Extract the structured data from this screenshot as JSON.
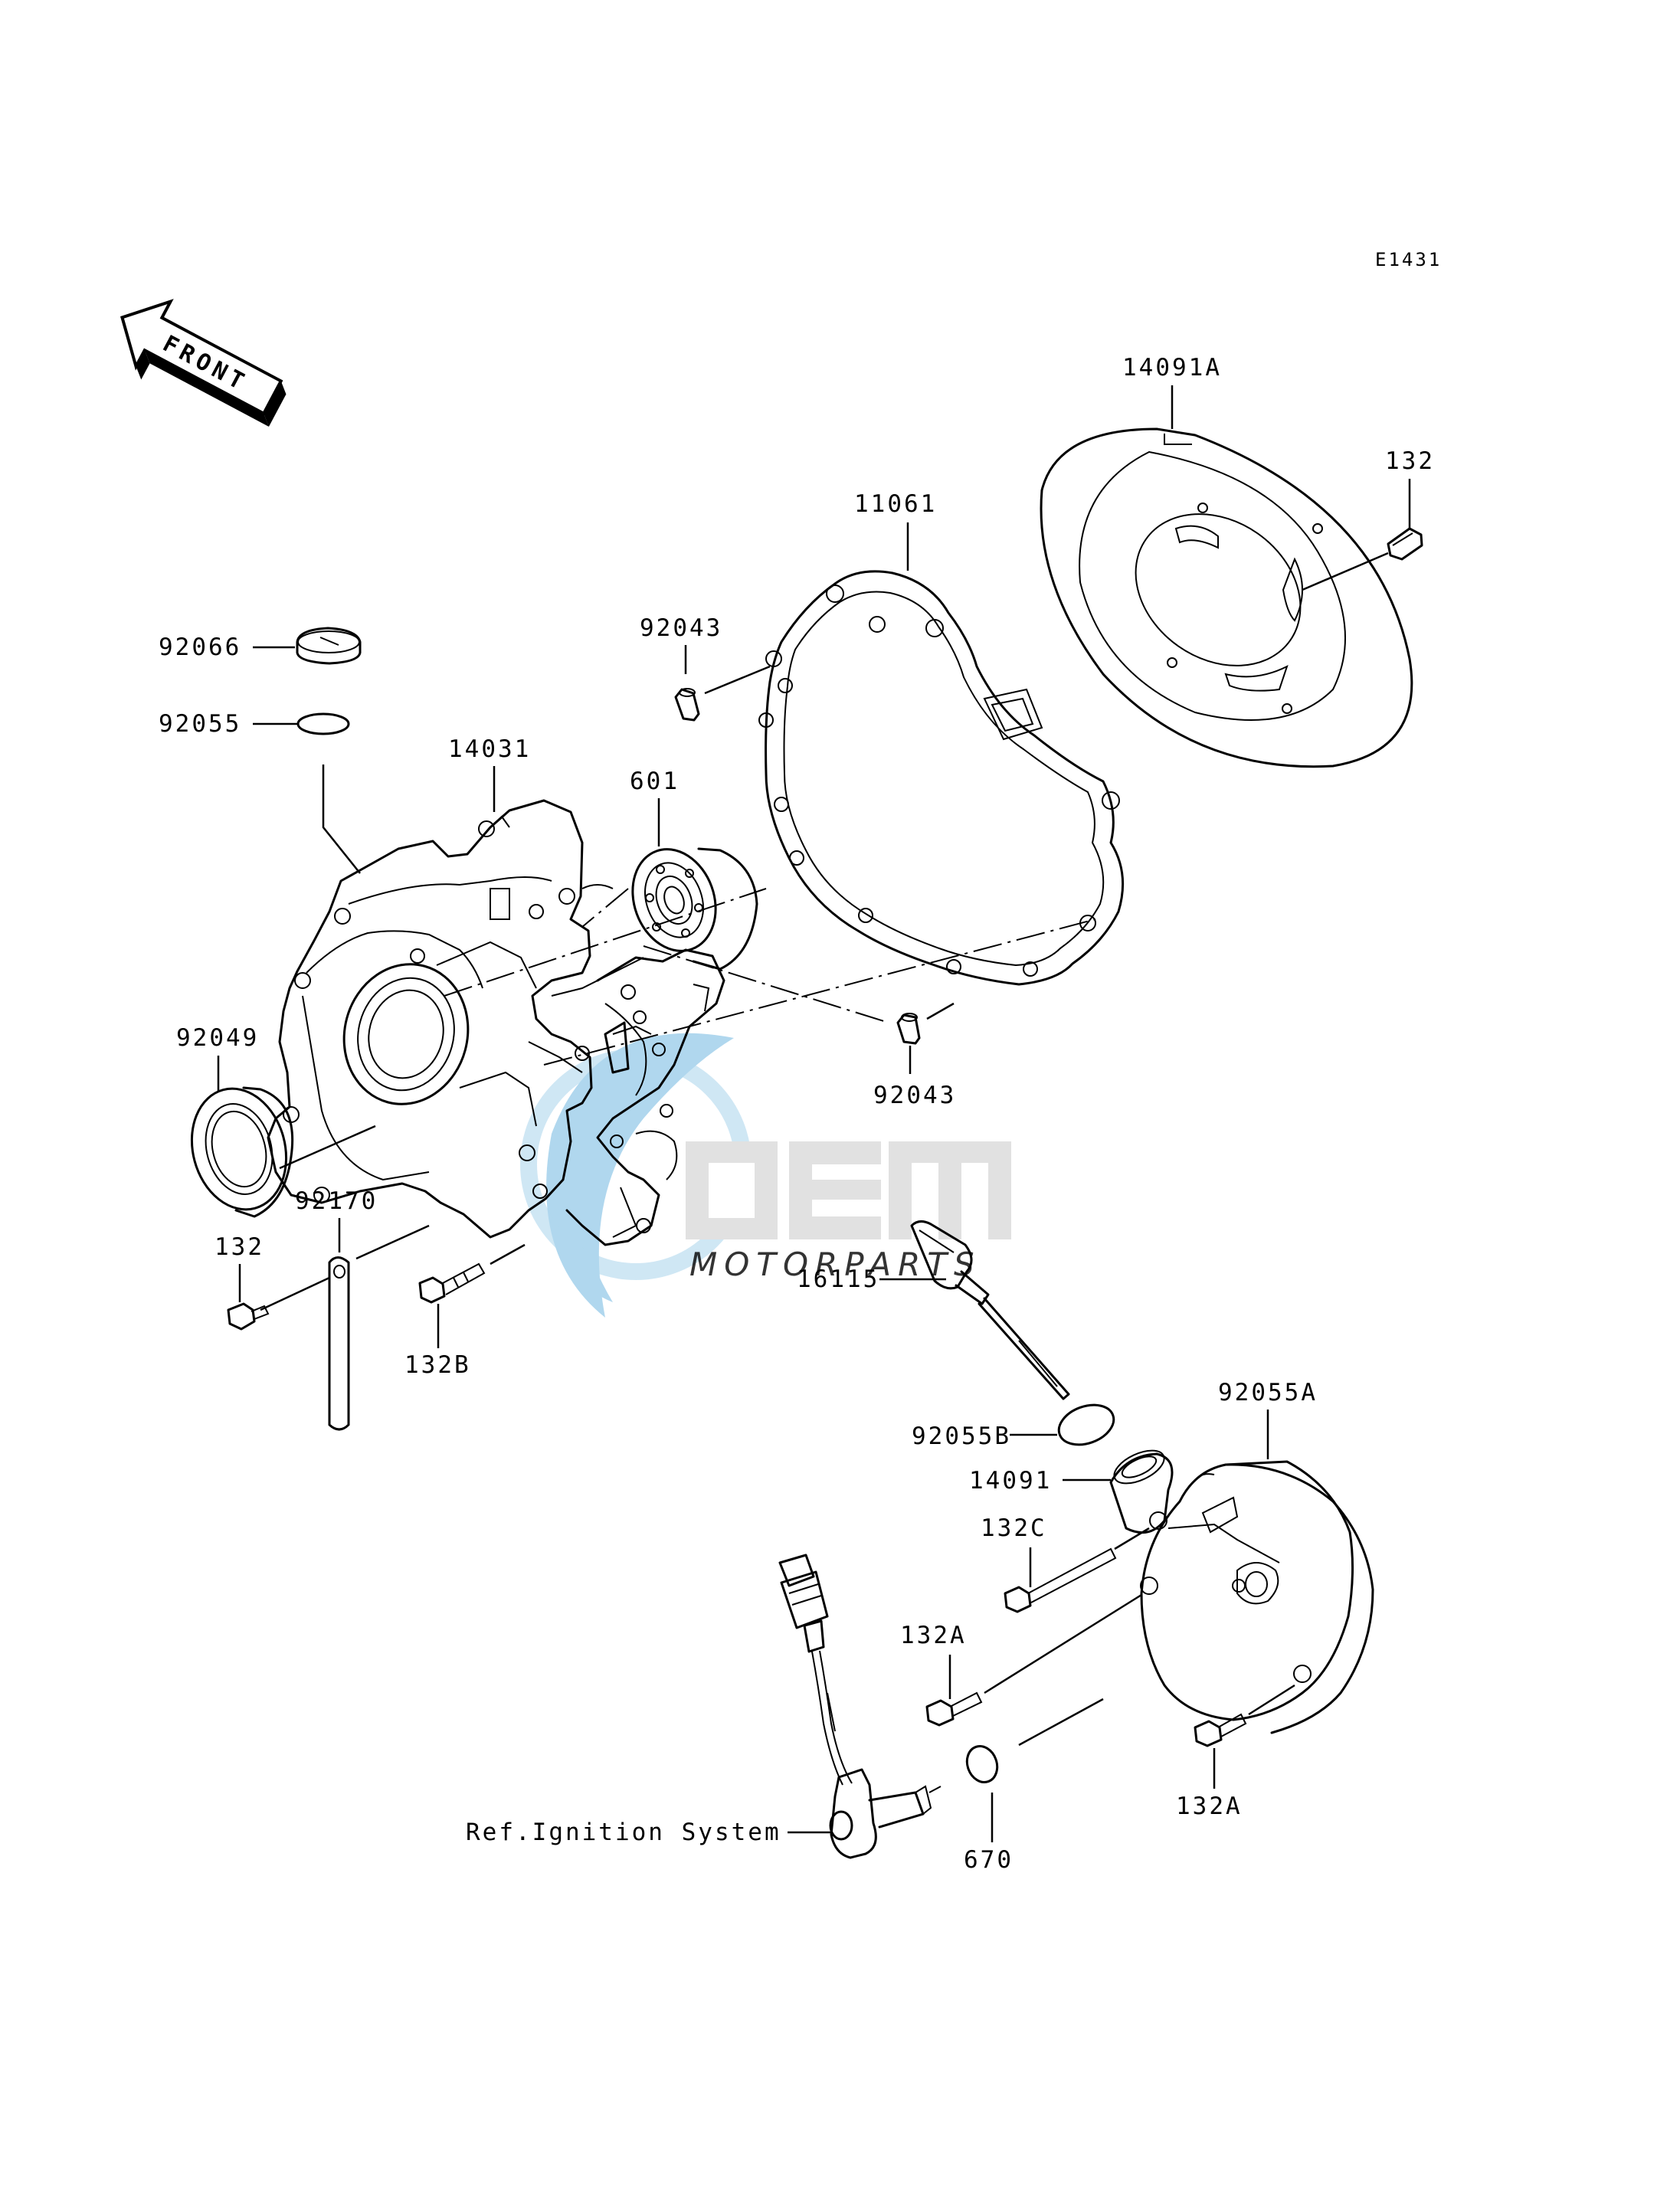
{
  "diagram_code": "E1431",
  "front_arrow_label": "FRONT",
  "watermark": {
    "brand": "OEM",
    "sub": "MOTORPARTS",
    "color_blue": "#6fb7e0",
    "color_gray": "#c8c8c8"
  },
  "labels": {
    "p14091A": "14091A",
    "p132_top": "132",
    "p11061": "11061",
    "p92066": "92066",
    "p92043_top": "92043",
    "p92055": "92055",
    "p14031": "14031",
    "p601": "601",
    "p92049": "92049",
    "p92043_bot": "92043",
    "p92170": "92170",
    "p132_left": "132",
    "p132B": "132B",
    "p16115": "16115",
    "p92055A": "92055A",
    "p92055B": "92055B",
    "p14091": "14091",
    "p132C": "132C",
    "p132A_left": "132A",
    "p132A_right": "132A",
    "ref_ignition": "Ref.Ignition System",
    "p670": "670"
  }
}
